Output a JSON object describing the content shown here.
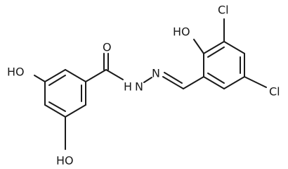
{
  "atoms": {
    "oh_top": "HO",
    "oh_bottom": "HO",
    "carbonyl_o": "O",
    "n_amide": "N",
    "h_amide": "H",
    "n_imine": "N",
    "oh_phenol": "HO",
    "cl_top": "Cl",
    "cl_right": "Cl"
  }
}
